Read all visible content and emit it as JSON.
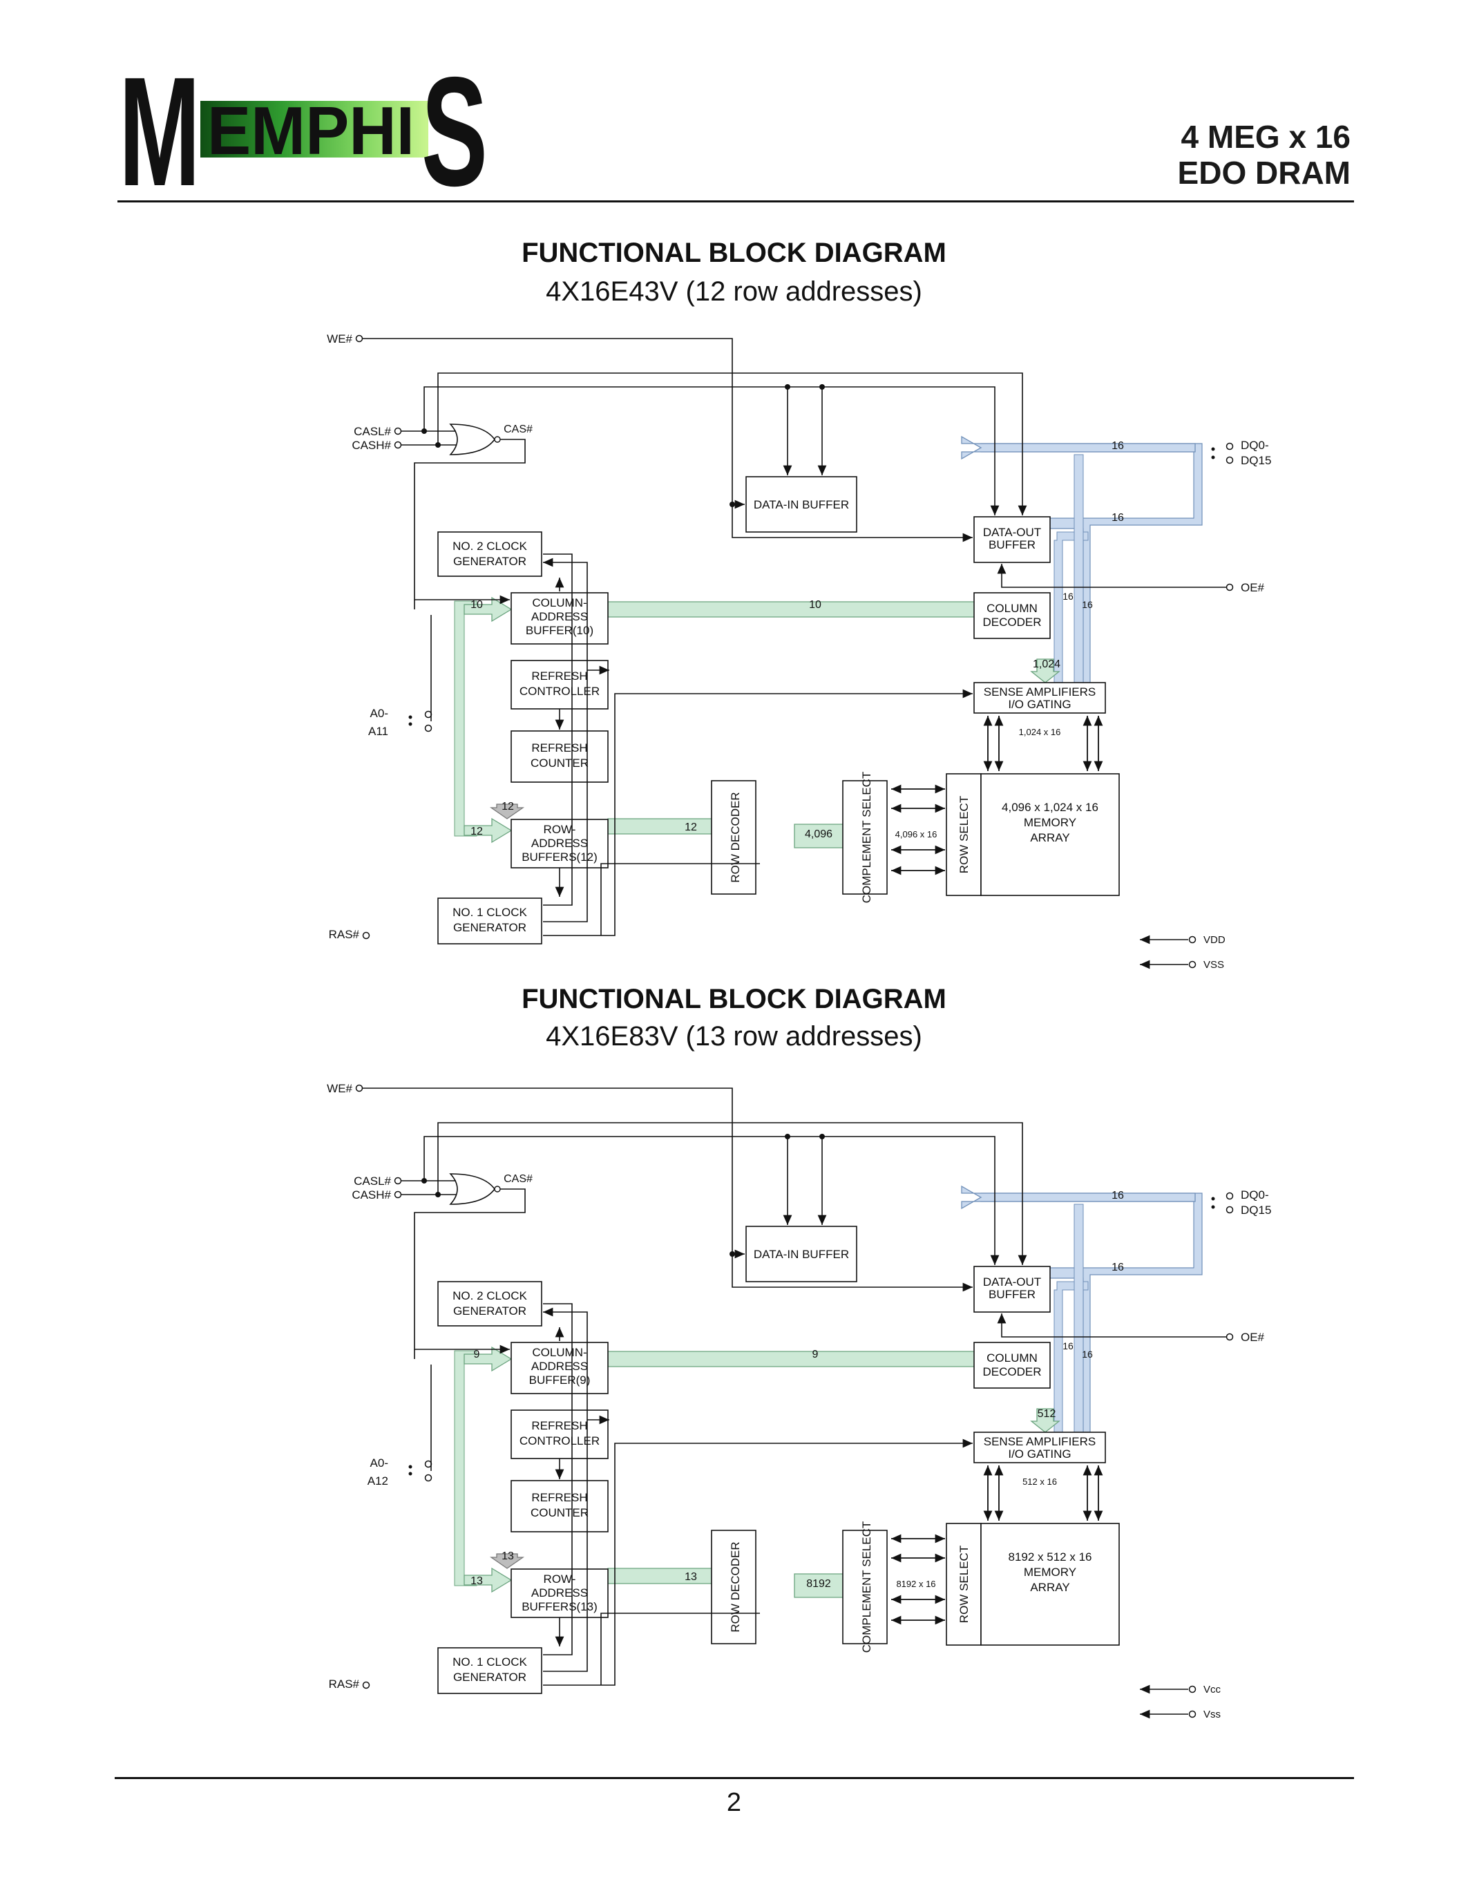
{
  "header": {
    "logo_text": "MEMPHIS",
    "product_line1": "4 MEG x 16",
    "product_line2": "EDO DRAM"
  },
  "diagrams": [
    {
      "title": "FUNCTIONAL BLOCK DIAGRAM",
      "subtitle": "4X16E43V (12 row addresses)",
      "pins": {
        "we": "WE#",
        "casl": "CASL#",
        "cash": "CASH#",
        "cas": "CAS#",
        "a_top": "A0-",
        "a_bot": "A11",
        "ras": "RAS#",
        "dq_top": "DQ0-",
        "dq_bot": "DQ15",
        "oe": "OE#",
        "vdd": "VDD",
        "vss": "VSS"
      },
      "blocks": {
        "no2_clock_1": "NO. 2 CLOCK",
        "no2_clock_2": "GENERATOR",
        "col_addr_1": "COLUMN-",
        "col_addr_2": "ADDRESS",
        "col_addr_3": "BUFFER(10)",
        "refresh_ctrl_1": "REFRESH",
        "refresh_ctrl_2": "CONTROLLER",
        "refresh_cnt_1": "REFRESH",
        "refresh_cnt_2": "COUNTER",
        "row_addr_1": "ROW-",
        "row_addr_2": "ADDRESS",
        "row_addr_3": "BUFFERS(12)",
        "no1_clock_1": "NO. 1 CLOCK",
        "no1_clock_2": "GENERATOR",
        "data_in": "DATA-IN BUFFER",
        "data_out_1": "DATA-OUT",
        "data_out_2": "BUFFER",
        "col_dec_1": "COLUMN",
        "col_dec_2": "DECODER",
        "sense_1": "SENSE AMPLIFIERS",
        "sense_2": "I/O GATING",
        "row_dec": "ROW DECODER",
        "complement": "COMPLEMENT SELECT",
        "row_select": "ROW SELECT",
        "array_1": "4,096 x 1,024 x 16",
        "array_2": "MEMORY",
        "array_3": "ARRAY"
      },
      "buses": {
        "data_in_width": "16",
        "data_out_width": "16",
        "vert_a": "16",
        "vert_b": "16",
        "col_in": "10",
        "col_out": "10",
        "row_in": "12",
        "row_out": "12",
        "refresh_to_row": "12",
        "col_dec_to_sense": "1,024",
        "row_dec_to_comp": "4,096",
        "comp_to_array": "4,096 x 16",
        "sense_to_array": "1,024 x 16"
      }
    },
    {
      "title": "FUNCTIONAL BLOCK DIAGRAM",
      "subtitle": "4X16E83V (13 row addresses)",
      "pins": {
        "we": "WE#",
        "casl": "CASL#",
        "cash": "CASH#",
        "cas": "CAS#",
        "a_top": "A0-",
        "a_bot": "A12",
        "ras": "RAS#",
        "dq_top": "DQ0-",
        "dq_bot": "DQ15",
        "oe": "OE#",
        "vdd": "Vcc",
        "vss": "Vss"
      },
      "blocks": {
        "no2_clock_1": "NO. 2 CLOCK",
        "no2_clock_2": "GENERATOR",
        "col_addr_1": "COLUMN-",
        "col_addr_2": "ADDRESS",
        "col_addr_3": "BUFFER(9)",
        "refresh_ctrl_1": "REFRESH",
        "refresh_ctrl_2": "CONTROLLER",
        "refresh_cnt_1": "REFRESH",
        "refresh_cnt_2": "COUNTER",
        "row_addr_1": "ROW-",
        "row_addr_2": "ADDRESS",
        "row_addr_3": "BUFFERS(13)",
        "no1_clock_1": "NO. 1 CLOCK",
        "no1_clock_2": "GENERATOR",
        "data_in": "DATA-IN BUFFER",
        "data_out_1": "DATA-OUT",
        "data_out_2": "BUFFER",
        "col_dec_1": "COLUMN",
        "col_dec_2": "DECODER",
        "sense_1": "SENSE AMPLIFIERS",
        "sense_2": "I/O GATING",
        "row_dec": "ROW DECODER",
        "complement": "COMPLEMENT SELECT",
        "row_select": "ROW SELECT",
        "array_1": "8192 x 512 x 16",
        "array_2": "MEMORY",
        "array_3": "ARRAY"
      },
      "buses": {
        "data_in_width": "16",
        "data_out_width": "16",
        "vert_a": "16",
        "vert_b": "16",
        "col_in": "9",
        "col_out": "9",
        "row_in": "13",
        "row_out": "13",
        "refresh_to_row": "13",
        "col_dec_to_sense": "512",
        "row_dec_to_comp": "8192",
        "comp_to_array": "8192 x 16",
        "sense_to_array": "512 x 16"
      }
    }
  ],
  "footer": {
    "page_number": "2"
  }
}
